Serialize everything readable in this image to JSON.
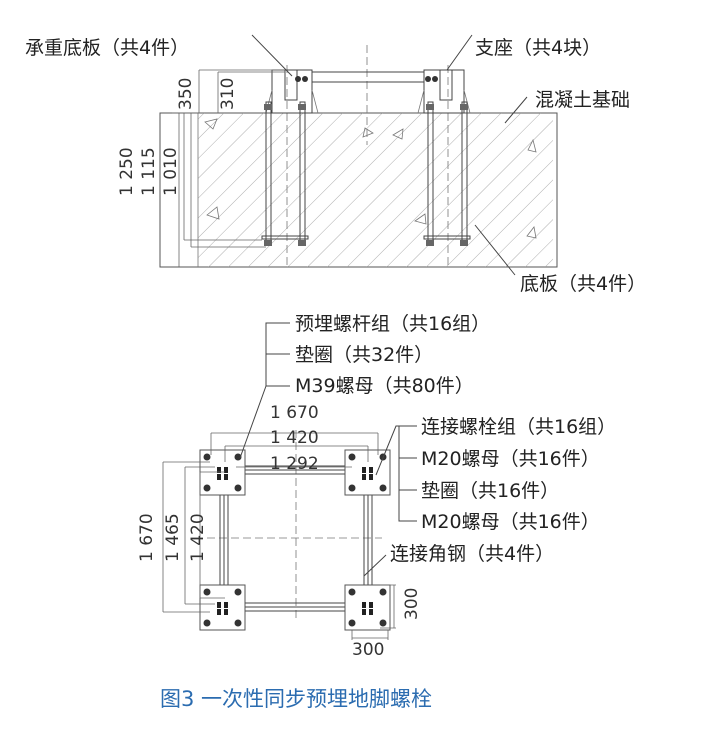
{
  "elevation": {
    "labels": {
      "bearing_plate": "承重底板（共4件）",
      "support": "支座（共4块）",
      "concrete_foundation": "混凝土基础",
      "base_plate": "底板（共4件）"
    },
    "dimensions": {
      "d350": "350",
      "d310": "310",
      "d1250": "1 250",
      "d1115": "1 115",
      "d1010": "1 010"
    }
  },
  "plan": {
    "left_labels": [
      "预埋螺杆组（共16组）",
      "垫圈（共32件）",
      "M39螺母（共80件）"
    ],
    "right_labels": [
      "连接螺栓组（共16组）",
      "M20螺母（共16件）",
      "垫圈（共16件）",
      "M20螺母（共16件）"
    ],
    "angle_label": "连接角钢（共4件）",
    "dimensions": {
      "top_1670": "1 670",
      "top_1420": "1 420",
      "top_1292": "1 292",
      "left_1670": "1 670",
      "left_1465": "1 465",
      "left_1420": "1 420",
      "plate_h": "300",
      "plate_w": "300"
    }
  },
  "caption": "图3   一次性同步预埋地脚螺栓",
  "colors": {
    "caption": "#2b6cb0"
  }
}
